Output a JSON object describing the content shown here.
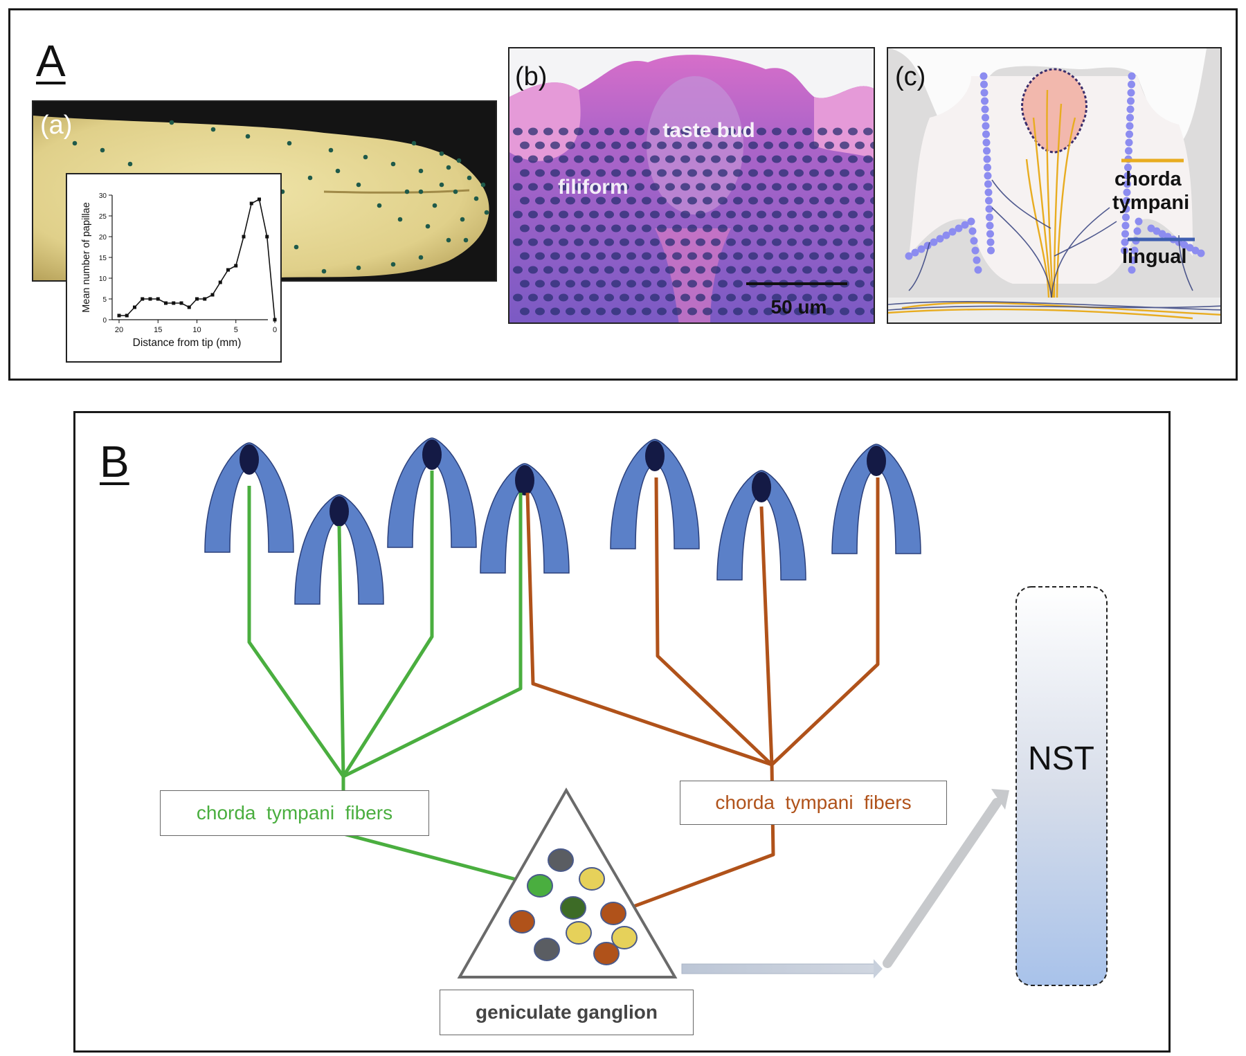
{
  "panel_a": {
    "letter": "A",
    "sub_a": "(a)",
    "sub_b": "(b)",
    "sub_c": "(c)",
    "inset_chart": {
      "ylabel": "Mean number of papillae",
      "xlabel": "Distance from tip (mm)"
    },
    "histology_labels": {
      "taste_bud": "taste bud",
      "filiform": "filiform",
      "scale_bar": "50 um"
    },
    "schematic_legend": [
      {
        "text_line1": "chorda",
        "text_line2": "tympani",
        "color": "#e8ac20"
      },
      {
        "text_line1": "lingual",
        "text_line2": "",
        "color": "#3f5fb0"
      }
    ]
  },
  "panel_b": {
    "letter": "B",
    "green_label": "chorda  tympani  fibers",
    "orange_label": "chorda  tympani  fibers",
    "ganglion_label": "geniculate ganglion",
    "nst_label": "NST",
    "colors": {
      "green": "#4aae3f",
      "orange": "#b0521a",
      "papilla": "#5b80c8",
      "bud": "#141a45"
    }
  },
  "chart_data": {
    "type": "line",
    "title": "",
    "xlabel": "Distance from tip (mm)",
    "ylabel": "Mean number of papillae",
    "xlim": [
      20,
      0
    ],
    "ylim": [
      0,
      30
    ],
    "x_ticks": [
      20,
      15,
      10,
      5,
      0
    ],
    "y_ticks": [
      0,
      5,
      10,
      15,
      20,
      25,
      30
    ],
    "series": [
      {
        "x": [
          20,
          19,
          18,
          17,
          16,
          15,
          14,
          13,
          12,
          11,
          10,
          9,
          8,
          7,
          6,
          5,
          4,
          3,
          2,
          1,
          0
        ],
        "y": [
          1,
          1,
          3,
          5,
          5,
          5,
          4,
          4,
          4,
          3,
          5,
          5,
          6,
          9,
          12,
          13,
          20,
          28,
          29,
          20,
          0
        ]
      }
    ]
  }
}
